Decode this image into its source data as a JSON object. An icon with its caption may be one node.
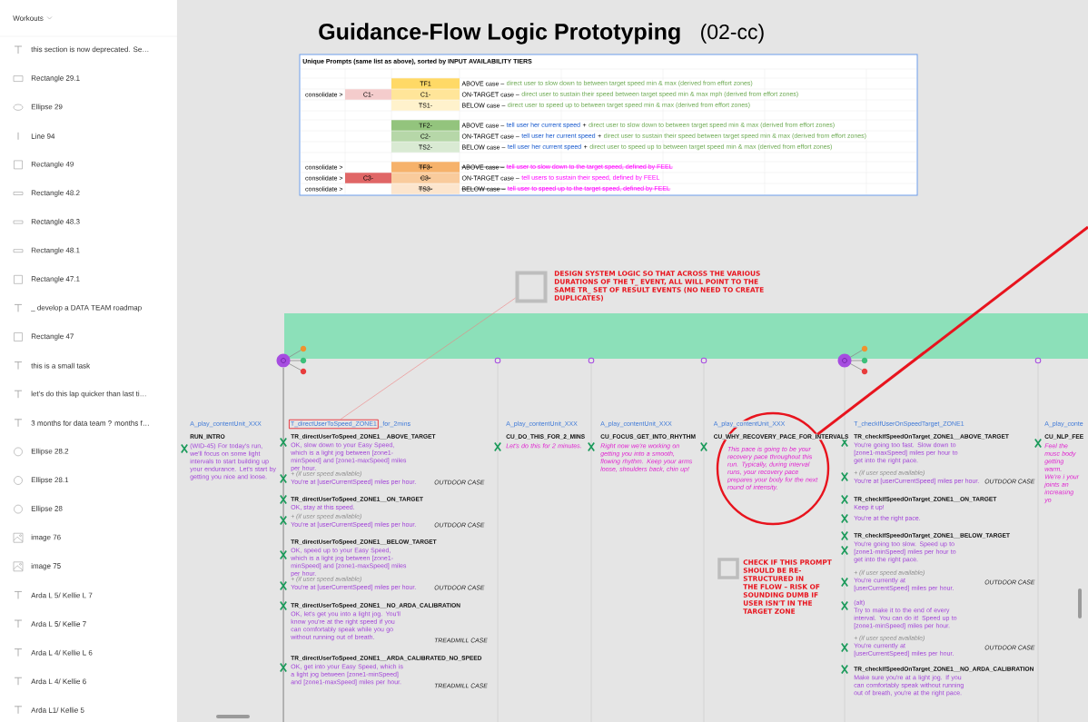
{
  "diagram": {
    "title": "Guidance-Flow Logic Prototyping",
    "nodes": [
      {
        "text": [],
        "shape": "box",
        "beside": [
          "DESIGN SYSTEM LOGIC SO THAT ACROSS THE VARIOUS DURATIONS OF THE T_ EVENT, ALL WILL POINT TO THE SAME TR_ SET OF RESULT EVENTS (NO NEED TO CREATE DUPLICATES)"
        ]
      },
      {
        "text": [
          "T_directUserToSpeed_ZONE1"
        ],
        "beside": [
          "_for_2mins"
        ]
      },
      {
        "text": [
          "This pace is going to be your recovery pace throughout this run. Typically, during interval runs, your recovery pace prepares your body for the next round of intensity."
        ]
      },
      {
        "text": [],
        "shape": "box",
        "beside": [
          "CHECK IF THIS PROMPT SHOULD BE RE-STRUCTURED IN THE FLOW – RISK OF SOUNDING DUMB IF USER ISN'T IN THE TARGET ZONE"
        ]
      }
    ],
    "edges": [
      {
        "from": 0,
        "to": 1,
        "arrow": "none",
        "color": "#f08080"
      },
      {
        "from": null,
        "to": 2,
        "arrow": "none",
        "style": "thick",
        "color": "#e8141e"
      }
    ],
    "labels": [
      "Workouts",
      "this section is now deprecated. Se…",
      "Rectangle 29.1",
      "Ellipse 29",
      "Line 94",
      "Rectangle 49",
      "Rectangle 48.2",
      "Rectangle 48.3",
      "Rectangle 48.1",
      "Rectangle 47.1",
      "_ develop a DATA TEAM roadmap",
      "Rectangle 47",
      "this is a small task",
      "let’s do this lap quicker than last ti…",
      "3 months for data team ? months f…",
      "Ellipse 28.2",
      "Ellipse 28.1",
      "Ellipse 28",
      "image 76",
      "image 75",
      "Arda L 5/ Kellie L 7",
      "Arda L 5/ Kellie 7",
      "Arda L 4/ Kellie L 6",
      "Arda L 4/ Kellie 6",
      "Arda L1/ Kellie 5",
      "(02-cc)",
      "Unique Prompts (same list as above), sorted by INPUT AVAILABILITY TIERS",
      "TF1",
      "ABOVE case –",
      "direct user to slow down to between target speed min & max (derived from effort zones)",
      "consolidate >",
      "C1-",
      "C1-",
      "ON-TARGET case –",
      "direct user to sustain their speed between target speed min & max mph (derived from effort zones)",
      "TS1-",
      "BELOW case –",
      "direct user to speed up to between target speed min & max (derived from effort zones)",
      "TF2-",
      "ABOVE case –",
      "tell user her current speed",
      "+",
      "direct user to slow down to between target speed min & max (derived from effort zones)",
      "C2-",
      "ON-TARGET case –",
      "tell user her current speed",
      "+",
      "direct user to sustain their speed between target speed min & max (derived from effort zones)",
      "TS2-",
      "BELOW case –",
      "tell user her current speed",
      "+",
      "direct user to speed up to between target speed min & max (derived from effort zones)",
      "consolidate >",
      "TF3-",
      "ABOVE case –",
      "tell user to slow down to the target speed, defined by FEEL",
      "consolidate >",
      "C3-",
      "C3-",
      "ON-TARGET case –",
      "tell users to sustain their speed, defined by FEEL",
      "consolidate >",
      "TS3-",
      "BELOW case –",
      "tell user to speed up to the target speed, defined by FEEL",
      "A_play_contentUnit_XXX",
      "RUN_INTRO",
      "(WID-45) For today's run, we'll focus on some light intervals to start building up your endurance. Let's start by getting you nice and loose.",
      "TR_directUserToSpeed_ZONE1__ABOVE_TARGET",
      "OK, slow down to your Easy Speed, which is a light jog between [zone1-minSpeed] and [zone1-maxSpeed] miles per hour.",
      "+ (if user speed available)",
      "You're at [userCurrentSpeed] miles per hour.",
      "OUTDOOR CASE",
      "TR_directUserToSpeed_ZONE1__ON_TARGET",
      "OK, stay at this speed.",
      "+ (if user speed available)",
      "You're at [userCurrentSpeed] miles per hour.",
      "OUTDOOR CASE",
      "TR_directUserToSpeed_ZONE1__BELOW_TARGET",
      "OK, speed up to your Easy Speed, which is a light jog between [zone1-minSpeed] and [zone1-maxSpeed] miles per hour.",
      "+ (if user speed available)",
      "You're at [userCurrentSpeed] miles per hour.",
      "OUTDOOR CASE",
      "TR_directUserToSpeed_ZONE1__NO_ARDA_CALIBRATION",
      "OK, let's get you into a light jog. You'll know you're at the right speed if you can comfortably speak while you go without running out of breath.",
      "TREADMILL CASE",
      "TR_directUserToSpeed_ZONE1__ARDA_CALIBRATED_NO_SPEED",
      "OK, get into your Easy Speed, which is a light jog between [zone1-minSpeed] and [zone1-maxSpeed] miles per hour.",
      "TREADMILL CASE",
      "A_play_contentUnit_XXX",
      "CU_DO_THIS_FOR_2_MINS",
      "Let's do this for 2 minutes.",
      "A_play_contentUnit_XXX",
      "CU_FOCUS_GET_INTO_RHYTHM",
      "Right now we're working on getting you into a smooth, flowing rhythm. Keep your arms loose, shoulders back, chin up!",
      "A_play_contentUnit_XXX",
      "CU_WHY_RECOVERY_PACE_FOR_INTERVALS",
      "T_checkIfUserOnSpeedTarget_ZONE1",
      "TR_checkIfSpeedOnTarget_ZONE1__ABOVE_TARGET",
      "You're going too fast. Slow down to [zone1-maxSpeed] miles per hour to get into the right pace.",
      "+ (if user speed available)",
      "You're at [userCurrentSpeed] miles per hour.",
      "OUTDOOR CASE",
      "TR_checkIfSpeedOnTarget_ZONE1__ON_TARGET",
      "Keep it up!",
      "You're at the right pace.",
      "TR_checkIfSpeedOnTarget_ZONE1__BELOW_TARGET",
      "You're going too slow. Speed up to [zone1-minSpeed] miles per hour to get into the right pace.",
      "+ (if user speed available)",
      "You're currently at [userCurrentSpeed] miles per hour.",
      "OUTDOOR CASE",
      "(alt)",
      "Try to make it to the end of every interval. You can do it! Speed up to [zone1-minSpeed] miles per hour.",
      "+ (if user speed available)",
      "You're currently at [userCurrentSpeed] miles per hour.",
      "OUTDOOR CASE",
      "TR_checkIfSpeedOnTarget_ZONE1__NO_ARDA_CALIBRATION",
      "Make sure you're at a light jog. If you can comfortably speak without running out of breath, you're at the right pace.",
      "A_play_conte",
      "CU_NLP_FEE",
      "Feel the musc body getting warm. We're i your joints an increasing yo"
    ]
  }
}
